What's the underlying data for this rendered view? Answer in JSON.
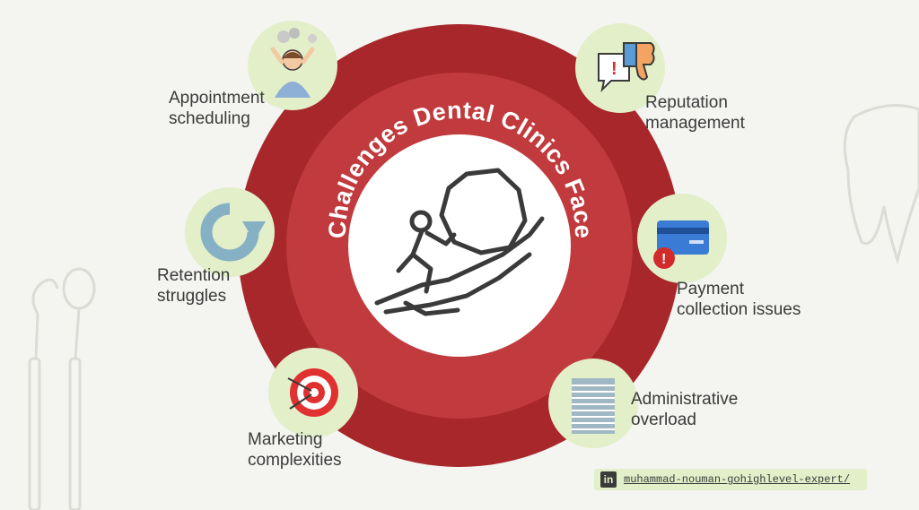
{
  "center": {
    "title": "Challenges Dental Clinics Face",
    "icon": "sisyphus-boulder-icon"
  },
  "challenges": [
    {
      "id": "appointment",
      "line1": "Appointment",
      "line2": "scheduling",
      "icon": "stressed-person-icon"
    },
    {
      "id": "reputation",
      "line1": "Reputation",
      "line2": "management",
      "icon": "thumbs-down-alert-icon"
    },
    {
      "id": "retention",
      "line1": "Retention",
      "line2": "struggles",
      "icon": "rotate-arrow-icon"
    },
    {
      "id": "payment",
      "line1": "Payment",
      "line2": "collection issues",
      "icon": "credit-card-alert-icon"
    },
    {
      "id": "marketing",
      "line1": "Marketing",
      "line2": "complexities",
      "icon": "target-arrows-icon"
    },
    {
      "id": "administrative",
      "line1": "Administrative",
      "line2": "overload",
      "icon": "paper-stack-icon"
    }
  ],
  "footer": {
    "linkedin_badge": "in",
    "linkedin_handle": "muhammad-nouman-gohighlevel-expert/"
  },
  "colors": {
    "ring_outer": "#a7272b",
    "ring_inner": "#c13a3d",
    "bubble": "#e2efc9",
    "text": "#3a3a3a",
    "background": "#f4f4f1"
  }
}
